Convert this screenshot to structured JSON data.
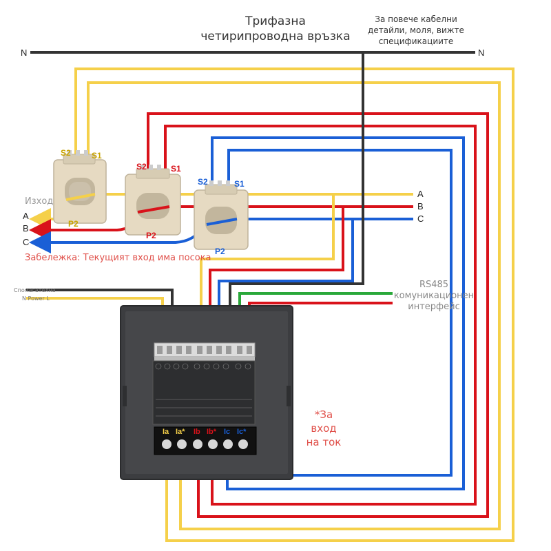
{
  "title_line1": "Трифазна",
  "title_line2": "четирипроводна връзка",
  "spec_note": [
    "За повече кабелни",
    "детайли, моля, вижте",
    "спецификациите"
  ],
  "neutral_label": "N",
  "output_label": "Изход",
  "phase_labels": [
    "A",
    "B",
    "C"
  ],
  "ct_labels": {
    "s1": "S1",
    "s2": "S2",
    "p2": "P2"
  },
  "current_direction_note": "Забележка: Текущият вход има посока",
  "aux_power_label": [
    "Спомагателна",
    "N Power L"
  ],
  "rs485_label": [
    "RS485",
    "комуникационен",
    "интерфейс"
  ],
  "current_input_label": [
    "*За",
    "вход",
    "на ток"
  ],
  "current_terminals": [
    "Ia",
    "Ia*",
    "Ib",
    "Ib*",
    "Ic",
    "Ic*"
  ],
  "colors": {
    "yellow": "#f5d04a",
    "red": "#d9121a",
    "blue": "#1a5fd6",
    "green": "#2aa83a",
    "dark": "#333333",
    "ct_body": "#e6dac2",
    "meter": "#3c3d40",
    "note_red": "#e0504a"
  }
}
